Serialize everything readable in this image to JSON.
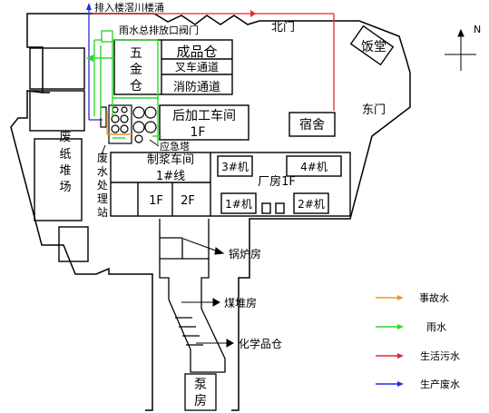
{
  "labels": {
    "discharge": "排入楼滘川楼涌",
    "rain_valve": "雨水总排放口阀门",
    "north_gate": "北门",
    "east_gate": "东门",
    "canteen": "饭堂",
    "dormitory": "宿舍",
    "hardware_1": "五",
    "hardware_2": "金",
    "hardware_3": "仓",
    "finished_goods": "成品仓",
    "forklift_lane": "叉车通道",
    "fire_lane": "消防通道",
    "post_process": "后加工车间",
    "post_process_floor": "1F",
    "emergency_tower": "应急塔",
    "pulping": "制浆车间",
    "line1": "1#线",
    "pulping_1f": "1F",
    "pulping_2f": "2F",
    "machine3": "3#机",
    "machine4": "4#机",
    "plant_1f": "厂房1F",
    "machine1": "1#机",
    "machine2": "2#机",
    "waste_paper": [
      "废",
      "纸",
      "堆",
      "场"
    ],
    "wastewater_station": [
      "废",
      "水",
      "处",
      "理",
      "站"
    ],
    "boiler": "锅炉房",
    "coal": "煤堆房",
    "chemical": "化学品仓",
    "pump_1": "泵",
    "pump_2": "房",
    "compass_n": "N"
  },
  "legend": [
    {
      "label": "事故水",
      "color": "#f0952c"
    },
    {
      "label": "雨水",
      "color": "#2fd52f"
    },
    {
      "label": "生活污水",
      "color": "#e5262f"
    },
    {
      "label": "生产废水",
      "color": "#2a2ae0"
    }
  ]
}
